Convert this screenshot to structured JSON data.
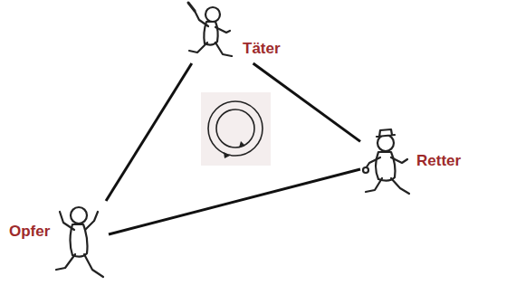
{
  "diagram": {
    "nodes": [
      {
        "text": [
          "Täter"
        ]
      },
      {
        "text": [
          "Retter"
        ]
      },
      {
        "text": [
          "Opfer"
        ]
      }
    ],
    "edges": [
      {
        "from": 0,
        "to": 1,
        "arrow": "none"
      },
      {
        "from": 1,
        "to": 2,
        "arrow": "none"
      },
      {
        "from": 2,
        "to": 0,
        "arrow": "none"
      }
    ]
  }
}
